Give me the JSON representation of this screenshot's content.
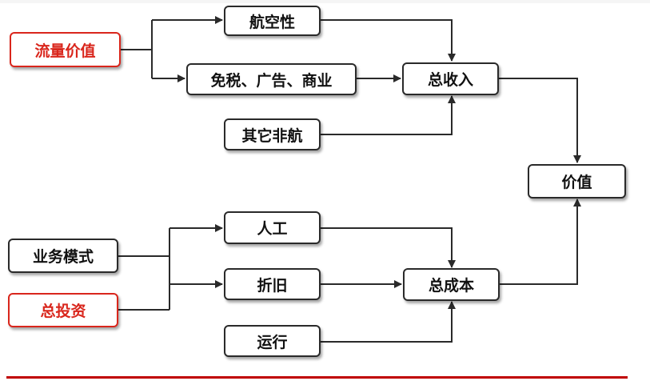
{
  "nodes": {
    "traffic_value": "流量价值",
    "aviation": "航空性",
    "duty_free": "免税、广告、商业",
    "other_non_aero": "其它非航",
    "total_revenue": "总收入",
    "value": "价值",
    "business_model": "业务模式",
    "total_investment": "总投资",
    "labor": "人工",
    "depreciation": "折旧",
    "operation": "运行",
    "total_cost": "总成本"
  },
  "colors": {
    "highlight": "#d9261c",
    "line": "#2a2a2a",
    "rule": "#c00000"
  }
}
